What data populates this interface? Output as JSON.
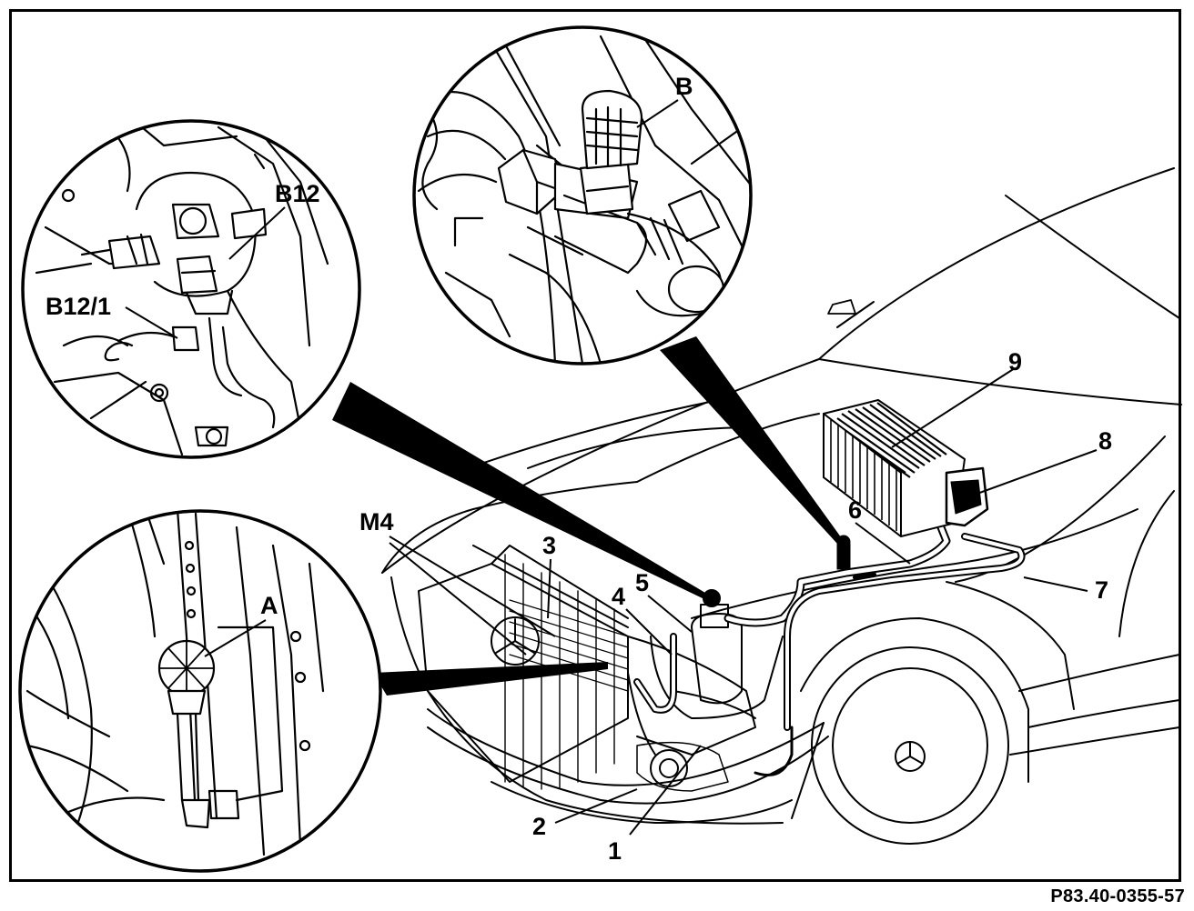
{
  "callouts": {
    "b": "B",
    "b12": "B12",
    "b12_1": "B12/1",
    "a": "A",
    "m4": "M4",
    "n1": "1",
    "n2": "2",
    "n3": "3",
    "n4": "4",
    "n5": "5",
    "n6": "6",
    "n7": "7",
    "n8": "8",
    "n9": "9"
  },
  "figure_code": "P83.40-0355-57"
}
